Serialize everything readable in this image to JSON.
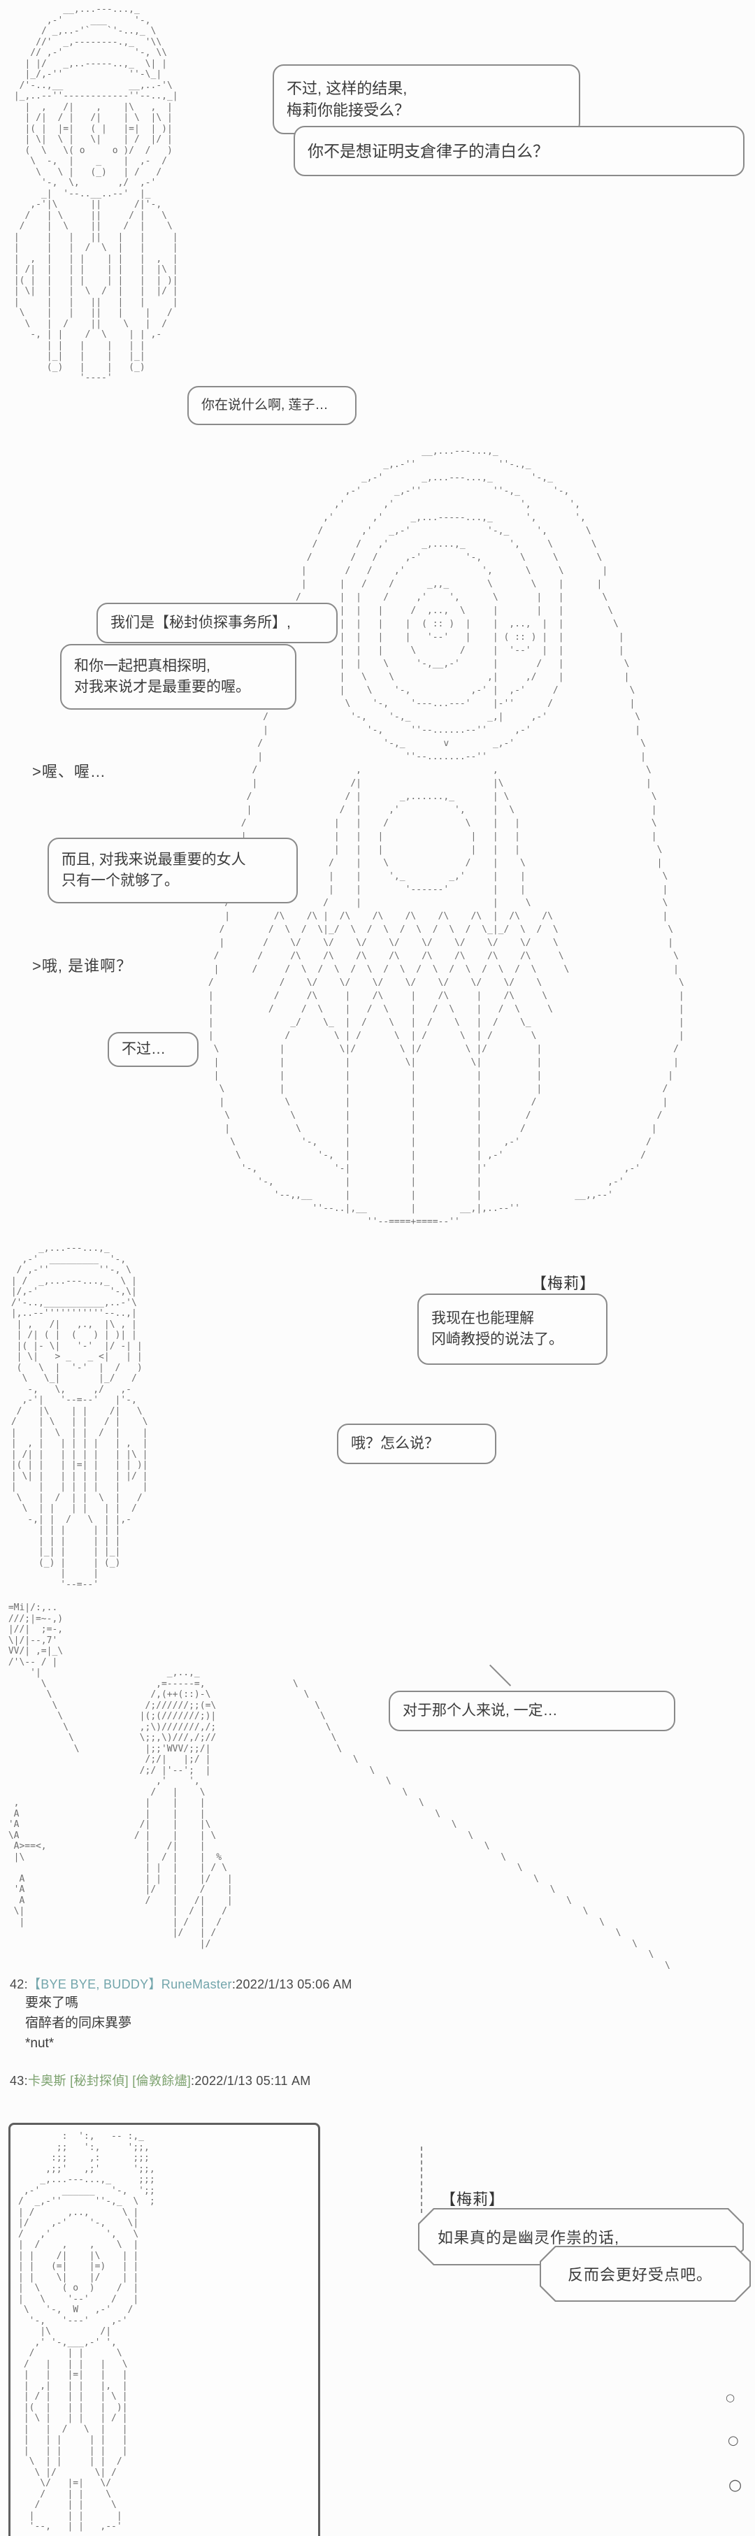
{
  "colors": {
    "page_bg": "#fcfcfc",
    "art_gray": "#6e6e6e",
    "bubble_border": "#8a8a8a",
    "author42": "#72a5ab",
    "author43": "#7da26f",
    "text": "#3b3b3b"
  },
  "post41": {
    "bubble1": [
      "不过, 这样的结果,",
      "梅莉你能接受么？"
    ],
    "bubble2": "你不是想证明支倉律子的清白么？",
    "bubble3": "你在说什么啊, 莲子…",
    "bubble4": "我们是【秘封侦探事务所】,",
    "bubble5": [
      "和你一起把真相探明,",
      "对我来说才是最重要的喔。"
    ],
    "quote1": ">喔、喔…",
    "bubble6": [
      "而且, 对我来说最重要的女人",
      "只有一个就够了。"
    ],
    "quote2": ">哦, 是谁啊？",
    "bubble7": "不过…",
    "label_merry": "【梅莉】",
    "bubble8": [
      "我现在也能理解",
      "冈崎教授的说法了。"
    ],
    "bubble9": "哦？怎么说？",
    "bubble10": "对于那个人来说, 一定…"
  },
  "post42": {
    "number": "42:",
    "author": "【BYE BYE, BUDDY】RuneMaster",
    "sep": ":",
    "timestamp": "2022/1/13 05:06 AM",
    "body": [
      "要來了嗎",
      "宿醉者的同床異夢",
      "*nut*"
    ]
  },
  "post43": {
    "number": "43:",
    "author": "卡奥斯 [秘封探偵] [倫敦餘燼]",
    "sep": ":",
    "timestamp": "2022/1/13 05:11 AM",
    "label_merry": "【梅莉】",
    "bubble1": "如果真的是幽灵作祟的话,",
    "bubble2": "反而会更好受点吧。",
    "dots": [
      "○",
      "○",
      "○"
    ]
  },
  "ascii_art": {
    "renko_top": [
      "          __,...---...,_",
      "       ,-'     ___     '-,",
      "      / _,..-'`   `'-..,_ \\",
      "     //'  _,--------.,_  '\\\\",
      "    // ,-'             '-, \\\\",
      "   | |/   _,..-----..,_  \\| |",
      "   |_/,-''            ''-\\_|",
      "  /'-..,__            __,..-'\\",
      " |_,..--''------------''--..,_|",
      "   |  ,   /|    ,    |\\   ,  |",
      "   | /|  / |   /|    | \\  |\\ |",
      "   |( |  |=|   ( |   |=|  | )|",
      "   | \\|  \\ |   \\|    | /  |/ |",
      "   (  \\   \\( o     o )/  /   )",
      "    \\  -,  |    _    |  ,-  /",
      "     \\   \\ |   (_)   | /   /",
      "      '-,  \\,       ,/  ,-'",
      "      _|  '--..__..--'  |_",
      "    ,-'|\\      ||      /|'-,",
      "   /   | \\     ||     / |   \\",
      "  /    |  \\    ||    /  |    \\",
      " |     |   |   ||   |   |     |",
      " |     |   |  /  \\  |   |     |",
      " |  ,  |   | |    | |   |  ,  |",
      " | /|  |   | |    | |   |  |\\ |",
      " |( |  |   | |    | |   |  | )|",
      " | \\|  |   |  \\  /  |   |  |/ |",
      " |     |   |   ||   |   |     |",
      "  \\    |   |   ||   |    |   /",
      "   \\   |  /    ||    \\   |  /",
      "    -, | |    /  \\    | | ,-",
      "       | |   |    |   | |",
      "       |_|   |    |   |_|",
      "       (_)   |    |   (_)",
      "             '----'"
    ],
    "merry_portrait": [
      "                                        __,...---...,_",
      "                                 _,.-''               ''-.,_",
      "                             _,-'       _,...---...,_       '-,_",
      "                          ,-'      _,-''             ''-,_      '-,",
      "                        ,'       ,'                       ',       ',",
      "                      ,'       ,'     _,...-----...,_      ',       ',",
      "                     /       ,'   _,-'              '-,_     ',       \\",
      "                    /       /   ,'      _,....,_        ',     \\       \\",
      "                   /       /   /     ,-'        '-,       \\     \\       \\",
      "                  |       /   /    ,'              ',      \\     \\       |",
      "                  |      |   /    /      _,,_       \\       \\    |      |",
      "                 /       |  |    /     ,'    ',      \\       |   |       \\",
      "                /        |  |   |     /  ,..,  \\     |       |   |        \\",
      "               /         |  |   |    |  ( :: )  |    |  ,..,  |  |         \\",
      "              |          |  |   |    |   '--'   |    | ( :: ) |  |          |",
      "              |          |  |   |     \\        /     |  '--'  |  |          |",
      "             /           |  |    \\     '-,__,-'      |       /   |           \\",
      "             |           |   \\    \\                 ,|     ,/    |           |",
      "            /            |    \\    '-,           ,-' |  ,-'     /             \\",
      "            |             \\    '-,    '---...---'    |-''      /              |",
      "           /               '-,    '-,_              _,|     ,-'                \\",
      "           |                  '-,     ''--......--''     ,-'                   |",
      "          /                      '-,_       v        _,-'                       \\",
      "          |                          ''--.......--''                            |",
      "         /                  ,                        ,                           \\",
      "         |                 /|                        |\\                          |",
      "        /                 / |       _,......,_       | \\                          \\",
      "        |                /  |     ,'          ',     |  \\                         |",
      "       /                |   |    /              \\    |   |                        \\",
      "       |                |   |   |                |   |   |                        |",
      "      /                 |   |   |                |   |   |                         \\",
      "      |                /    |    \\              /    |    \\                        |",
      "     /                 |    |     ',_        _,'     |    |                         \\",
      "     |                 |    |        '------'        |    |                         |",
      "    /                 /     |                        |     \\                        \\",
      "    |        /\\    /\\ |  /\\    /\\    /\\    /\\    /\\  |  /\\    /\\                    |",
      "   /        /  \\  /  \\|_/  \\  /  \\  /  \\  /  \\  /  \\_|_/  \\  /  \\                    \\",
      "   |       /    \\/    \\/    \\/    \\/    \\/    \\/    \\/    \\/    \\                    |",
      "  /       /     /\\    /\\    /\\    /\\    /\\    /\\    /\\    /\\     \\                    \\",
      "  |      /     /  \\  /  \\  /  \\  /  \\  /  \\  /  \\  /  \\  /  \\     \\                   |",
      " /            /    \\/    \\/    \\/    \\/    \\/    \\/    \\/    \\                         \\",
      " |           /     /\\     |    /\\     |    /\\     |    /\\     \\                        |",
      " |          /     /  \\    |   /  \\    |   /  \\    |   /  \\     \\                       |",
      " |              _/    \\_  |  /    \\   |  /    \\   |  /    \\_                           |",
      " |             /        \\ | /      \\  | /      \\  | /       \\                          |",
      "  \\           |          \\|/        \\ |/        \\ |/         |                        /",
      "  |           |           |          \\|          \\|          |                        |",
      "  |           |           |           |           |          |                       |",
      "   \\          |           |           |           |          |                      /",
      "   |           \\          |           |           |         /                       |",
      "    \\           \\         |           |           |        /                       /",
      "    |            \\        |           |           |       /                       |",
      "     \\            '-,     |           |           |    ,-'                       /",
      "      \\              '-,  |           |           | ,-'                         /",
      "       '-,              '-|           |           |'                         ,-'",
      "          '-,             |           |           |                       ,-'",
      "             '--,,__      |           |           |                 __,,--'",
      "                    ''--..|,__        |        __,|,..--''",
      "                              ''--====+====--''",
      ""
    ],
    "renko_scene2": [
      "      _,...---...,_",
      "   ,-'  _________  '-,",
      "  / ,-''         ''-, \\",
      " | /  _,...---...,_  \\ |",
      " |/,-'             '-,\\|",
      " /'-..,___________,..-'\\",
      " |,..--'''''''''''--..,|",
      "  | ,   /|   ,.,  |\\ , |",
      "  | /| ( |  (   ) | )| |",
      "  |( |- \\|   '-'  |/ -| |",
      "  | \\|   > _   _ <|   | |",
      "  (   \\  |  '-'  |  /   )",
      "   \\   \\_|       |_/   /",
      "    -,   \\,     ,/   ,-",
      "   ,-'|   '--=--'   |'-,",
      "  /   |\\    | |    /|   \\",
      " /    | \\   | |   / |    \\",
      " |    |  \\  | |  /  |    |",
      " |  , |   | | | |   | ,  |",
      " | /| |   | | | |   | |\\ |",
      " |( | |   | |=| |   | | )|",
      " | \\| |   | | | |   | |/ |",
      " |    |   | | | |   |    |",
      "  \\   |  /  | |  \\  |   /",
      "   \\  | |   | |   | |  /",
      "    -,| |  /   \\  | |,-",
      "      | | |     | | |",
      "      | | |     | | |",
      "      |_| |     | |_|",
      "      (_) |     | (_)",
      "          |     |",
      "          '--=--'"
    ],
    "scene3_diagonal": [
      " =Mi|/:,..",
      " ///;|=~-,)",
      " |//|  ;=-,",
      " \\|/|--,7'",
      " VV/| ,=|_\\",
      " /'\\-- / |",
      "     '|                       _,..,_",
      "       \\                    ,=-----=,                \\",
      "        \\                  /,(++(::)-\\                 \\",
      "         \\                /;//////;;(=\\                  \\",
      "          \\              |(;(///////;)|                   \\",
      "           \\             ,;\\)///////,/;                    \\",
      "            \\            \\;;,\\)///,/;//                     \\",
      "             \\            |;;'WVV/;;/|                       \\",
      "                          /;/|   |;/ |                          \\",
      "                         /;/ |'--';  |                             \\",
      "                            ,'    ',                                  \\",
      "                           /   |    \\                                    \\",
      "  ,                       |    |    |                                       \\",
      "  A                       |    |    |                                          \\",
      " 'A                      /|    |    |\\                                            \\",
      " \\A                     / |    |    | \\                                              \\",
      "  A>==<,                  |   /|    |                                                   \\",
      "  |\\                      |  / |    |  %                                                   \\",
      "                          | |  |    | / \\                                                     \\",
      "   A                      | |  |    |/   |                                                       \\",
      "  'A                      |/   |    /    |                                                          \\",
      "   A                      /    |   /|    |                                                             \\",
      "  \\|                           |  / |   /                                                                 \\",
      "   |                           | /  |  /                                                                     \\",
      "                               |/   | /                                                                         \\",
      "                                    |/                                                                             \\",
      "                                                                                                                      \\",
      "                                                                                                                         \\"
    ],
    "boxed_art": [
      "        :  ':,   -- :,_",
      "       ;;   ':,     ';;,",
      "      :;;    ,:      ;;;",
      "     ,;;'   ,;'      ';;,",
      "    _,...---...,_     ;;;",
      " ,-'    ______   '-,  ';;",
      "/  _,-''      ''-,_  \\  ;",
      "| /      ,..,      \\ |",
      "|/    ,-'    '-,    \\|",
      "/   ,'          ',   \\",
      "|  /    ,    ,    \\  |",
      "| |    /|    |\\    | |",
      "| |   (=|    |=)   | |",
      "| |    \\|    |/    | |",
      "|  \\    ( o  )    /  |",
      "|   \\    '--'    /   |",
      " \\   '-,  W   ,-'   /",
      "  '-,   '---'    ,-'",
      "    |\\         /|",
      "   ,' '-,___,-' ',",
      "  /      | |      \\",
      " /   |   | |   |   \\",
      " |   |   |=|   |   |",
      " |  ,|   | |   |,  |",
      " | / |   | |   | \\ |",
      " |(  |   | |   |  )|",
      " | \\ |   | |   | / |",
      " |   |  /   \\  |   |",
      " |   | |     | |   |",
      " |   | |     | |   |",
      "  \\  | |     | |  /",
      "   \\ |/       \\| /",
      "    \\/   |=|   \\/",
      "    /    | |    \\",
      "   /     | |     \\",
      "  |      | |      |",
      "  '--,   | |   ,--'"
    ]
  }
}
